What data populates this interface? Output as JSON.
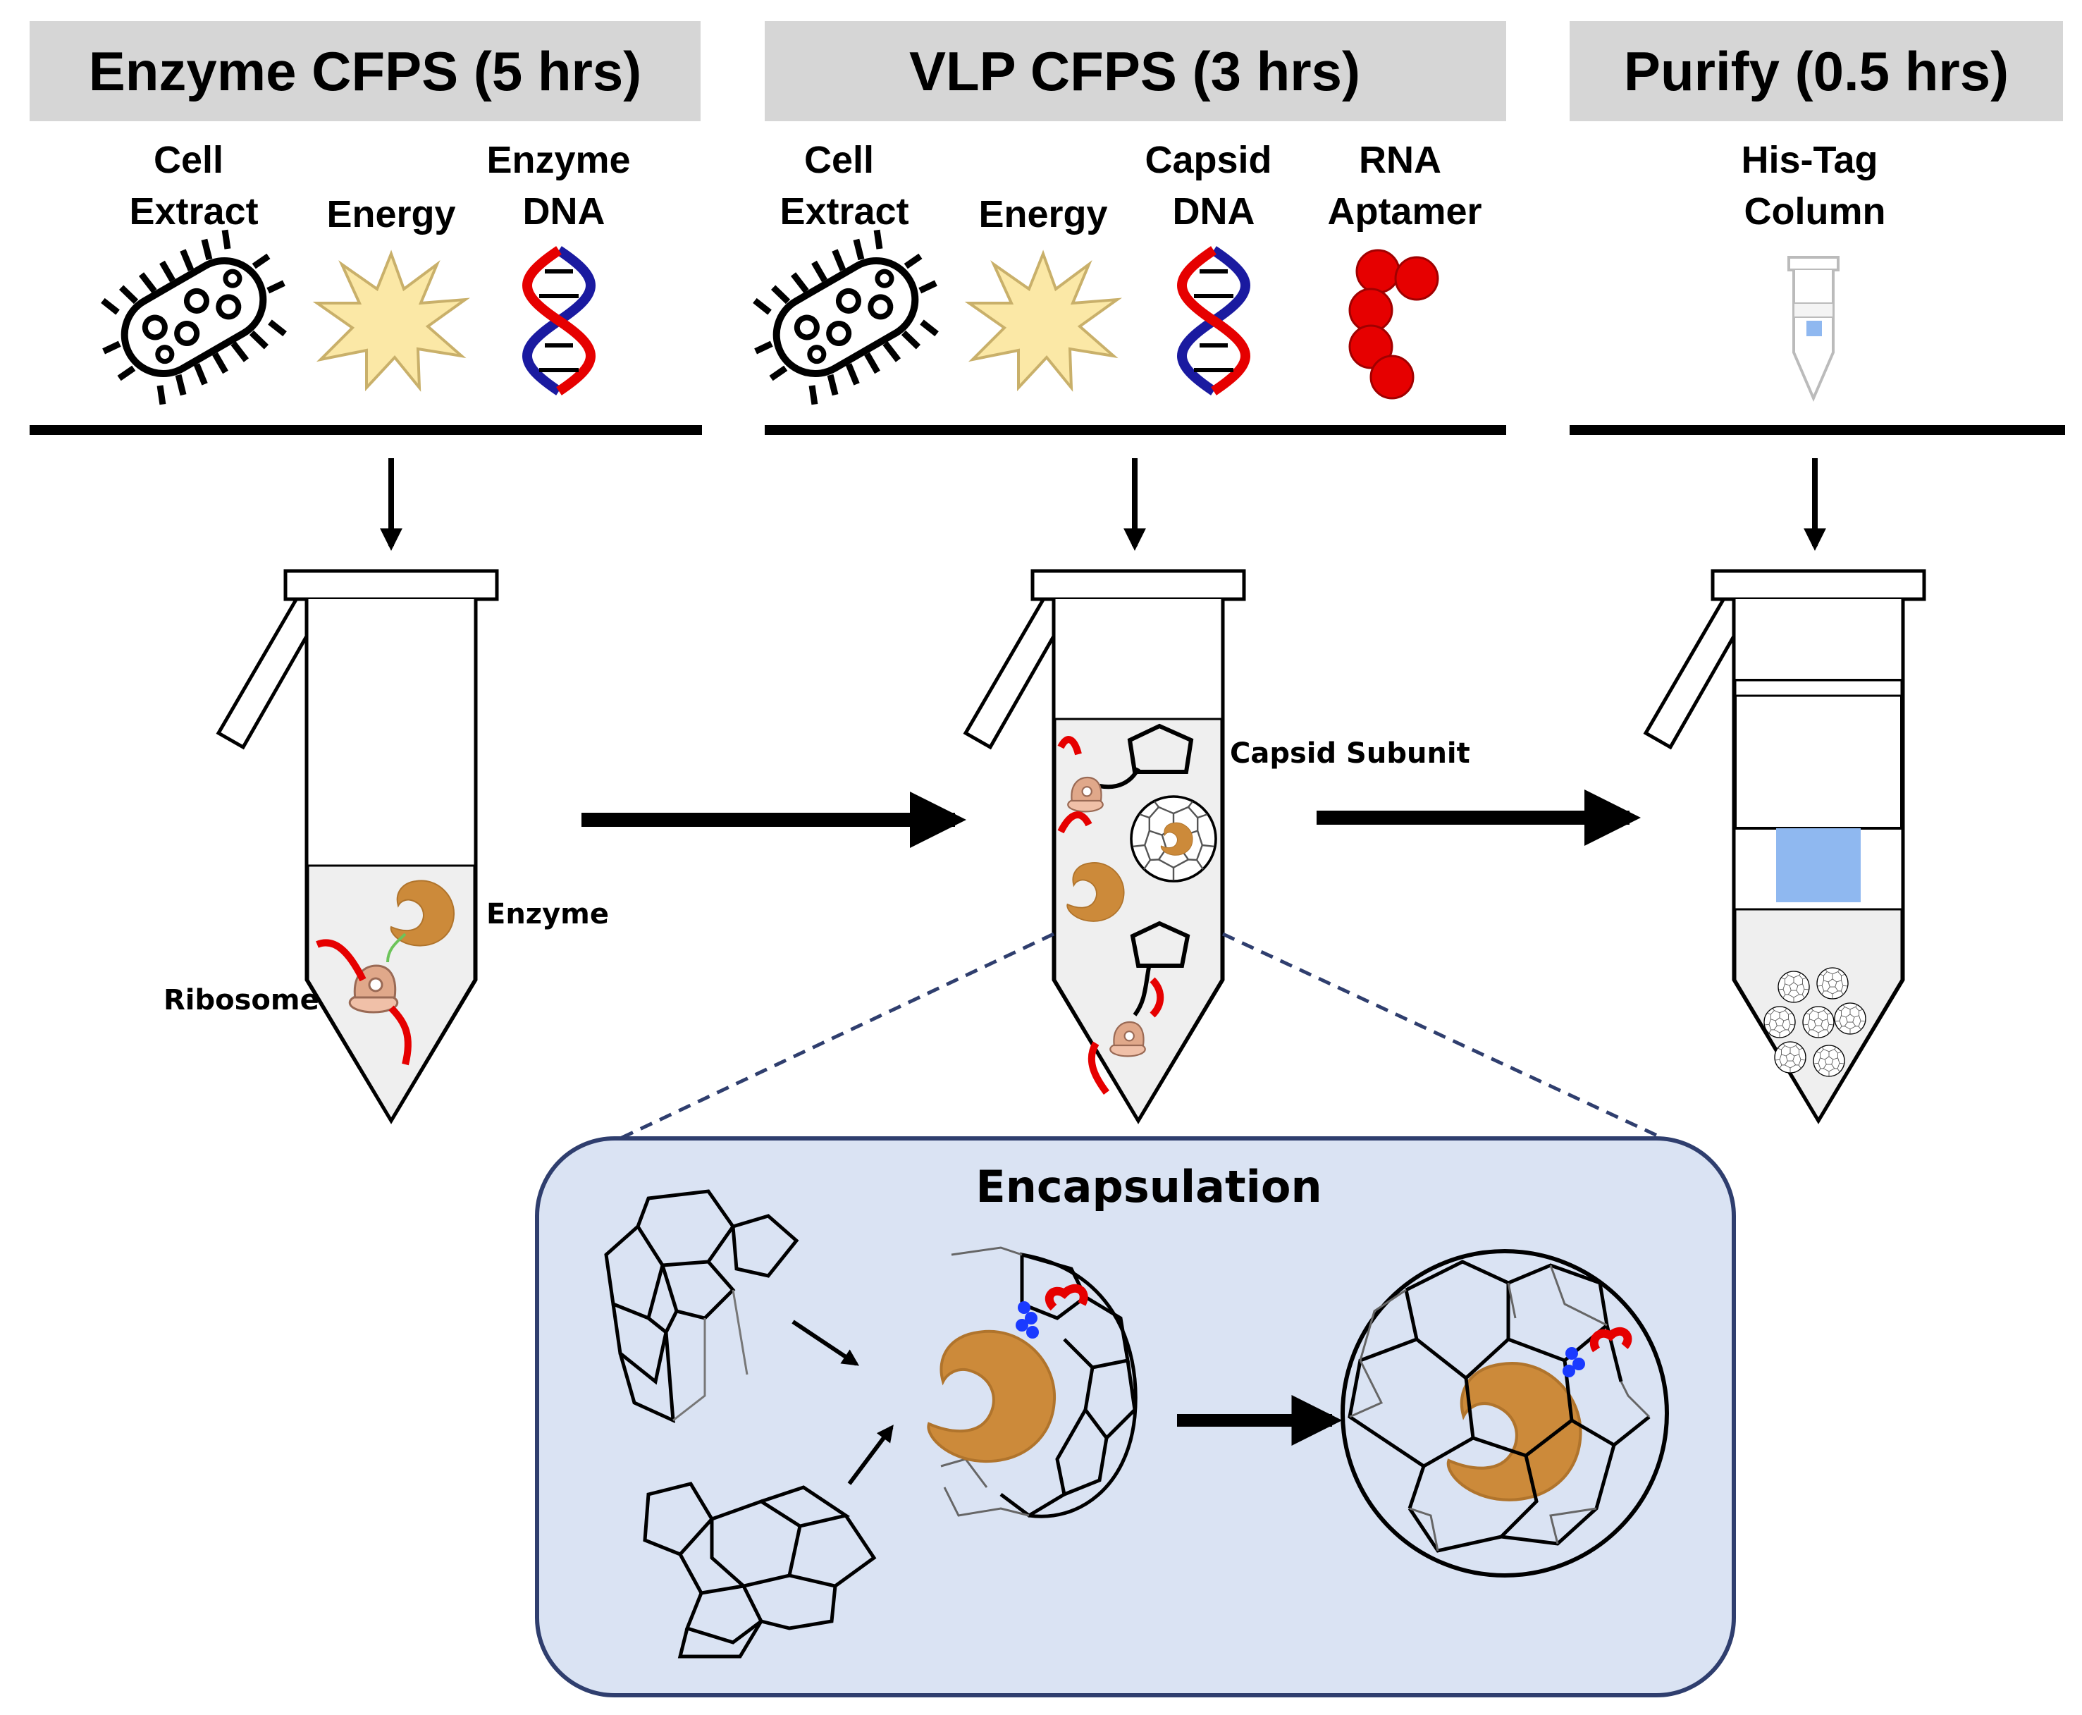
{
  "stages": [
    {
      "title": "Enzyme CFPS (5 hrs)",
      "ingredients": [
        {
          "lines": [
            "Cell",
            "Extract"
          ],
          "icon": "cell-extract-icon"
        },
        {
          "lines": [
            "Energy"
          ],
          "icon": "energy-burst-icon"
        },
        {
          "lines": [
            "Enzyme",
            "DNA"
          ],
          "icon": "dna-helix-icon"
        }
      ]
    },
    {
      "title": "VLP CFPS (3 hrs)",
      "ingredients": [
        {
          "lines": [
            "Cell",
            "Extract"
          ],
          "icon": "cell-extract-icon"
        },
        {
          "lines": [
            "Energy"
          ],
          "icon": "energy-burst-icon"
        },
        {
          "lines": [
            "Capsid",
            "DNA"
          ],
          "icon": "dna-helix-icon"
        },
        {
          "lines": [
            "RNA",
            "Aptamer"
          ],
          "icon": "rna-aptamer-icon"
        }
      ]
    },
    {
      "title": "Purify (0.5 hrs)",
      "ingredients": [
        {
          "lines": [
            "His-Tag",
            "Column"
          ],
          "icon": "spin-column-icon"
        }
      ]
    }
  ],
  "labels": {
    "enzyme": "Enzyme",
    "ribosome": "Ribosome",
    "capsid_subunit": "Capsid Subunit",
    "encapsulation": "Encapsulation"
  },
  "colors": {
    "header_box": "#d6d6d6",
    "enzyme": "#cc8a3a",
    "ribosome": "#e0a88a",
    "rna": "#e60000",
    "dna_blue": "#1a1aa0",
    "energy": "#fbe8a6",
    "column_resin": "#8fb8f0",
    "encapsulation_panel": "#dae3f3",
    "tube_liquid": "#efefef"
  }
}
